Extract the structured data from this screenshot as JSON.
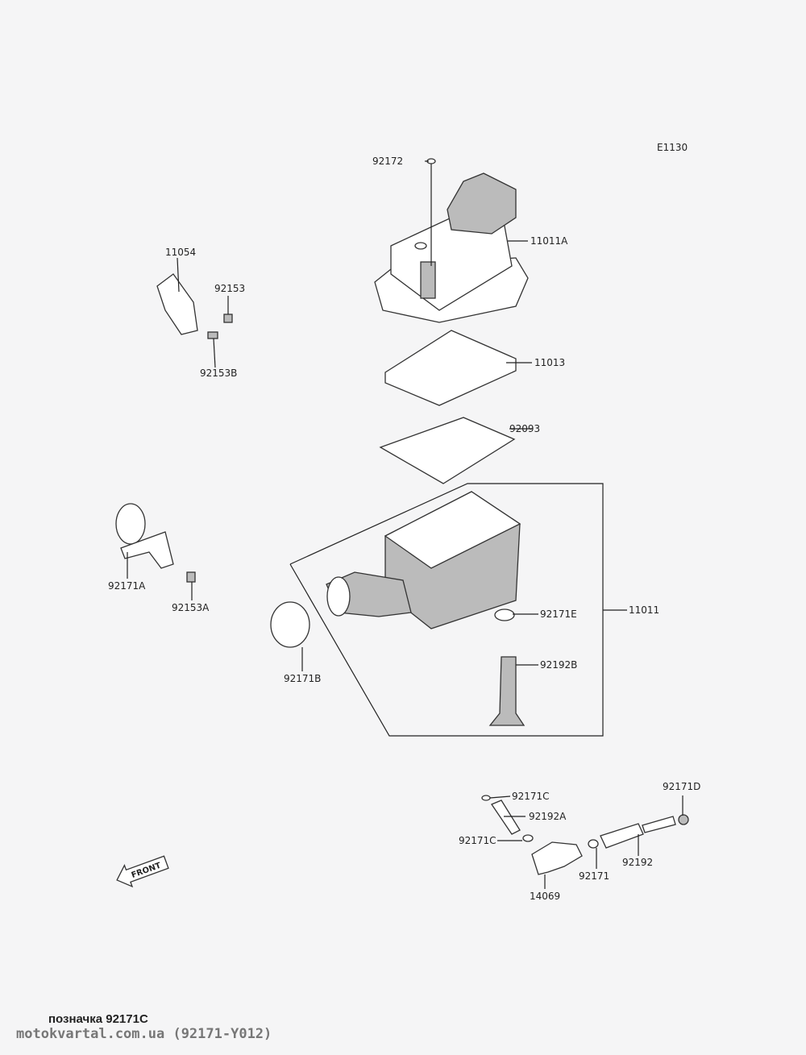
{
  "diagram_code": "E1130",
  "labels": {
    "p92172": "92172",
    "p11011A": "11011A",
    "p11054": "11054",
    "p92153": "92153",
    "p92153B": "92153B",
    "p11013": "11013",
    "p92093": "92093",
    "p92171A": "92171A",
    "p92153A": "92153A",
    "p92171E": "92171E",
    "p11011": "11011",
    "p92192B": "92192B",
    "p92171B": "92171B",
    "p92171C_top": "92171C",
    "p92192A": "92192A",
    "p92171C_bot": "92171C",
    "p92171D": "92171D",
    "p92171": "92171",
    "p92192": "92192",
    "p14069": "14069"
  },
  "front_label": "FRONT",
  "caption": "позначка 92171C",
  "watermark": "motokvartal.com.ua (92171-Y012)"
}
